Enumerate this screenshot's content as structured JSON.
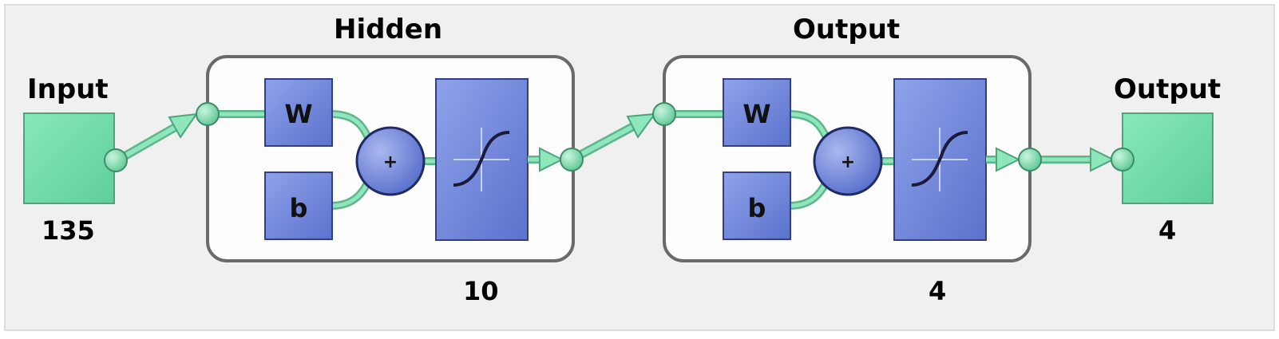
{
  "input": {
    "label": "Input",
    "size": "135"
  },
  "hidden": {
    "label": "Hidden",
    "weight_symbol": "W",
    "bias_symbol": "b",
    "sum_symbol": "+",
    "size": "10"
  },
  "output_layer": {
    "label": "Output",
    "weight_symbol": "W",
    "bias_symbol": "b",
    "sum_symbol": "+",
    "size": "4"
  },
  "output": {
    "label": "Output",
    "size": "4"
  },
  "colors": {
    "background": "#f0f0f0",
    "node_green": "#7ee0b0",
    "connector_green": "#7fd9ad",
    "block_blue": "#6f86dc",
    "layer_border": "#6a6a6a",
    "layer_fill": "#fdfdfd"
  }
}
